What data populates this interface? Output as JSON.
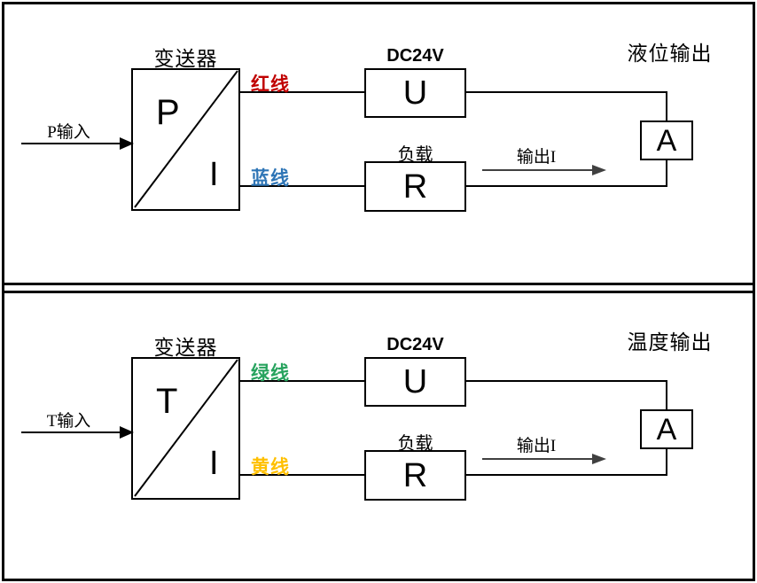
{
  "panels": [
    {
      "title": "液位输出",
      "transmitter": {
        "label": "变送器",
        "input_symbol": "P",
        "output_symbol": "I"
      },
      "input_label": "P输入",
      "wires": {
        "top": {
          "label": "红线",
          "color": "#C00000"
        },
        "bottom": {
          "label": "蓝线",
          "color": "#2E75B6"
        }
      },
      "supply": {
        "label": "DC24V",
        "symbol": "U"
      },
      "load": {
        "label": "负载",
        "symbol": "R"
      },
      "output_arrow_label": "输出I",
      "meter_symbol": "A"
    },
    {
      "title": "温度输出",
      "transmitter": {
        "label": "变送器",
        "input_symbol": "T",
        "output_symbol": "I"
      },
      "input_label": "T输入",
      "wires": {
        "top": {
          "label": "绿线",
          "color": "#27A35E"
        },
        "bottom": {
          "label": "黄线",
          "color": "#FFC000"
        }
      },
      "supply": {
        "label": "DC24V",
        "symbol": "U"
      },
      "load": {
        "label": "负载",
        "symbol": "R"
      },
      "output_arrow_label": "输出I",
      "meter_symbol": "A"
    }
  ],
  "colors": {
    "frame": "#000000",
    "wire": "#000000",
    "output_arrow": "#404040",
    "red_wire": "#C00000",
    "blue_wire": "#2E75B6",
    "green_wire": "#27A35E",
    "yellow_wire": "#FFC000"
  }
}
